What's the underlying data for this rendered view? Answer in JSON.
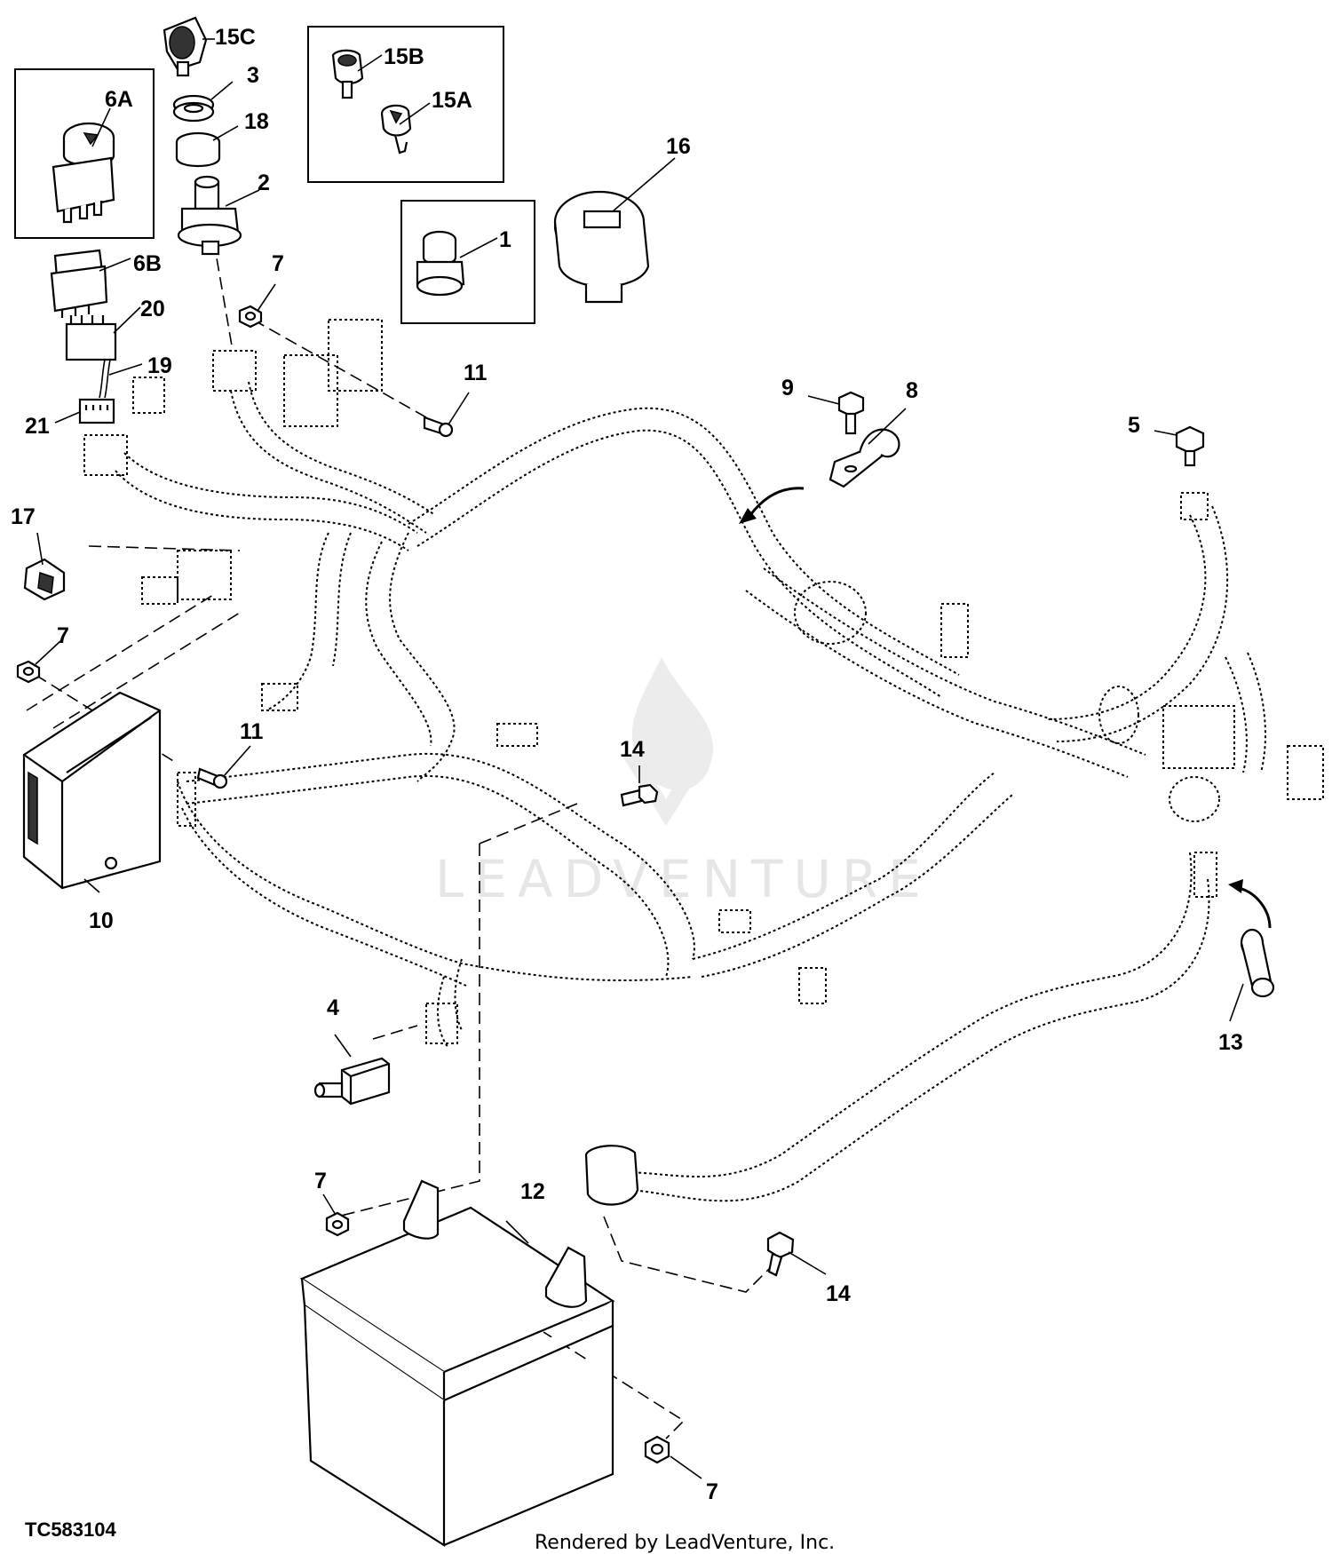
{
  "diagram": {
    "figure_code": "TC583104",
    "footer": "Rendered by LeadVenture, Inc.",
    "watermark": "LEADVENTURE",
    "callouts": {
      "c15C": "15C",
      "c3": "3",
      "c18": "18",
      "c2": "2",
      "c6A": "6A",
      "c15B": "15B",
      "c15A": "15A",
      "c16": "16",
      "c1": "1",
      "c6B": "6B",
      "c20": "20",
      "c19": "19",
      "c21": "21",
      "c7a": "7",
      "c11a": "11",
      "c9": "9",
      "c8": "8",
      "c5": "5",
      "c17": "17",
      "c7b": "7",
      "c11b": "11",
      "c14a": "14",
      "c10": "10",
      "c4": "4",
      "c13": "13",
      "c7c": "7",
      "c12": "12",
      "c14b": "14",
      "c7d": "7"
    }
  }
}
